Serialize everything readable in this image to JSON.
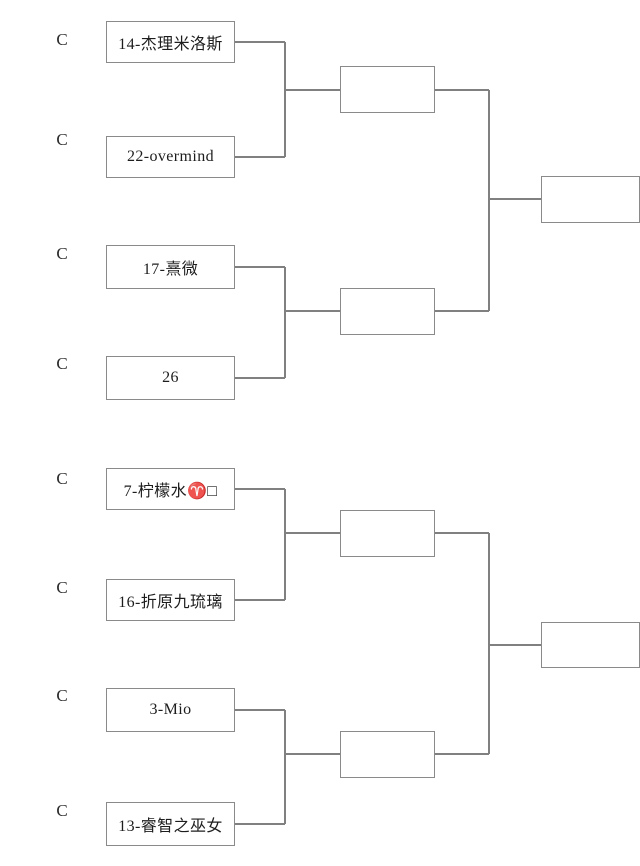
{
  "diagram": {
    "type": "single-elimination-tournament-bracket",
    "title": "",
    "colors": {
      "background": "#ffffff",
      "line": "#808080",
      "box_border": "#8a8a8a",
      "text": "#1d1d1d"
    },
    "round_count": 3,
    "seed_marker": "C"
  },
  "upper_half": {
    "group_a": {
      "seed_markers": [
        "C",
        "C"
      ],
      "competitors": [
        {
          "label": "14-杰理米洛斯",
          "seed": "14",
          "name": "杰理米洛斯"
        },
        {
          "label": "22-overmind",
          "seed": "22",
          "name": "overmind"
        }
      ],
      "winner_slot": ""
    },
    "group_b": {
      "seed_markers": [
        "C",
        "C"
      ],
      "competitors": [
        {
          "label": "17-熹微",
          "seed": "17",
          "name": "熹微"
        },
        {
          "label": "26",
          "seed": "26",
          "name": ""
        }
      ],
      "winner_slot": ""
    },
    "semifinal_slot": ""
  },
  "lower_half": {
    "group_c": {
      "seed_markers": [
        "C",
        "C"
      ],
      "competitors": [
        {
          "label": "7-柠檬水♈□",
          "seed": "7",
          "name": "柠檬水♈□"
        },
        {
          "label": "16-折原九琉璃",
          "seed": "16",
          "name": "折原九琉璃"
        }
      ],
      "winner_slot": ""
    },
    "group_d": {
      "seed_markers": [
        "C",
        "C"
      ],
      "competitors": [
        {
          "label": "3-Mio",
          "seed": "3",
          "name": "Mio"
        },
        {
          "label": "13-睿智之巫女",
          "seed": "13",
          "name": "睿智之巫女"
        }
      ],
      "winner_slot": ""
    },
    "semifinal_slot": ""
  }
}
